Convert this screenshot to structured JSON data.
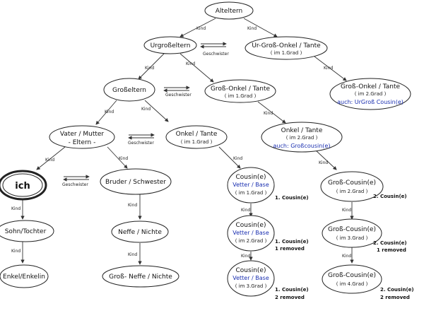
{
  "nodes": {
    "alteltern": {
      "label": "Alteltern"
    },
    "urgrosseltern": {
      "label": "Urgroßeltern"
    },
    "ur_gross_onkel": {
      "label": "Ur-Groß-Onkel / Tante",
      "sub": "( im 1.Grad )"
    },
    "grosseltern": {
      "label": "Großeltern"
    },
    "gross_onkel_1": {
      "label": "Groß-Onkel / Tante",
      "sub": "( im 1.Grad )"
    },
    "gross_onkel_2": {
      "label": "Groß-Onkel / Tante",
      "sub": "( im 2.Grad )",
      "also": "auch: UrGroß Cousin(e)"
    },
    "vater_mutter": {
      "label": "Vater / Mutter",
      "sub": "- Eltern -"
    },
    "onkel_1": {
      "label": "Onkel / Tante",
      "sub": "( im 1.Grad )"
    },
    "onkel_2": {
      "label": "Onkel / Tante",
      "sub": "( im 2.Grad )",
      "also": "auch: Großcousin(e)"
    },
    "ich": {
      "label": "ich"
    },
    "bruder": {
      "label": "Bruder / Schwester"
    },
    "cousin_1": {
      "label": "Cousin(e)",
      "blue": "Vetter / Base",
      "sub": "( im 1.Grad )"
    },
    "cousin_2": {
      "label": "Cousin(e)",
      "blue": "Vetter / Base",
      "sub": "( im 2.Grad )"
    },
    "cousin_3": {
      "label": "Cousin(e)",
      "blue": "Vetter / Base",
      "sub": "( im 3.Grad )"
    },
    "gross_cousin_2": {
      "label": "Groß-Cousin(e)",
      "sub": "( im 2.Grad )"
    },
    "gross_cousin_3": {
      "label": "Groß-Cousin(e)",
      "sub": "( im 3.Grad )"
    },
    "gross_cousin_4": {
      "label": "Groß-Cousin(e)",
      "sub": "( im 4.Grad )"
    },
    "sohn": {
      "label": "Sohn/Tochter"
    },
    "neffe": {
      "label": "Neffe / Nichte"
    },
    "enkel": {
      "label": "Enkel/Enkelin"
    },
    "gross_neffe": {
      "label": "Groß- Neffe / Nichte"
    }
  },
  "edge_labels": {
    "kind": "Kind",
    "geschwister": "Geschwister"
  },
  "notes": {
    "c1": "1. Cousin(e)",
    "c2_a": "1. Cousin(e)",
    "c2_b": "1 removed",
    "c3_a": "1. Cousin(e)",
    "c3_b": "2 removed",
    "gc2": "2. Cousin(e)",
    "gc3_a": "2. Cousin(e)",
    "gc3_b": "1 removed",
    "gc4_a": "2. Cousin(e)",
    "gc4_b": "2 removed"
  }
}
